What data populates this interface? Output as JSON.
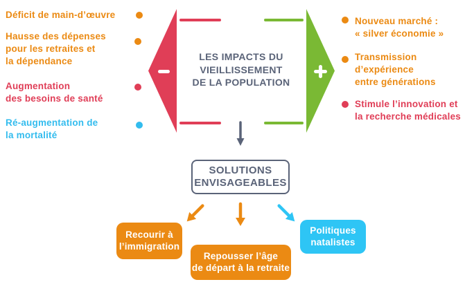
{
  "colors": {
    "orange": "#EB8A13",
    "red": "#E03E57",
    "green": "#7AB934",
    "blue_text": "#33BCEE",
    "blue_fill": "#2EC5F5",
    "slate": "#5A6378",
    "white": "#FFFFFF"
  },
  "center": {
    "title": "LES IMPACTS DU\nVIEILLISSEMENT\nDE LA POPULATION",
    "minus_sign": "−",
    "plus_sign": "+"
  },
  "negative_items": [
    {
      "text": "Déficit de main-d’œuvre",
      "color": "#EB8A13"
    },
    {
      "text": "Hausse des dépenses\npour les retraites et\nla dépendance",
      "color": "#EB8A13"
    },
    {
      "text": "Augmentation\ndes besoins de santé",
      "color": "#E03E57"
    },
    {
      "text": "Ré-augmentation de\nla mortalité",
      "color": "#33BCEE"
    }
  ],
  "positive_items": [
    {
      "text": "Nouveau marché :\n« silver économie »",
      "color": "#EB8A13"
    },
    {
      "text": "Transmission\nd’expérience\nentre générations",
      "color": "#EB8A13"
    },
    {
      "text": "Stimule l’innovation et\nla recherche médicales",
      "color": "#E03E57"
    }
  ],
  "solutions": {
    "title": "SOLUTIONS\nENVISAGEABLES",
    "boxes": [
      {
        "text": "Recourir à\nl’immigration",
        "color": "#EB8A13"
      },
      {
        "text": "Repousser l’âge\nde départ à la retraite",
        "color": "#EB8A13"
      },
      {
        "text": "Politiques\nnatalistes",
        "color": "#2EC5F5"
      }
    ]
  }
}
